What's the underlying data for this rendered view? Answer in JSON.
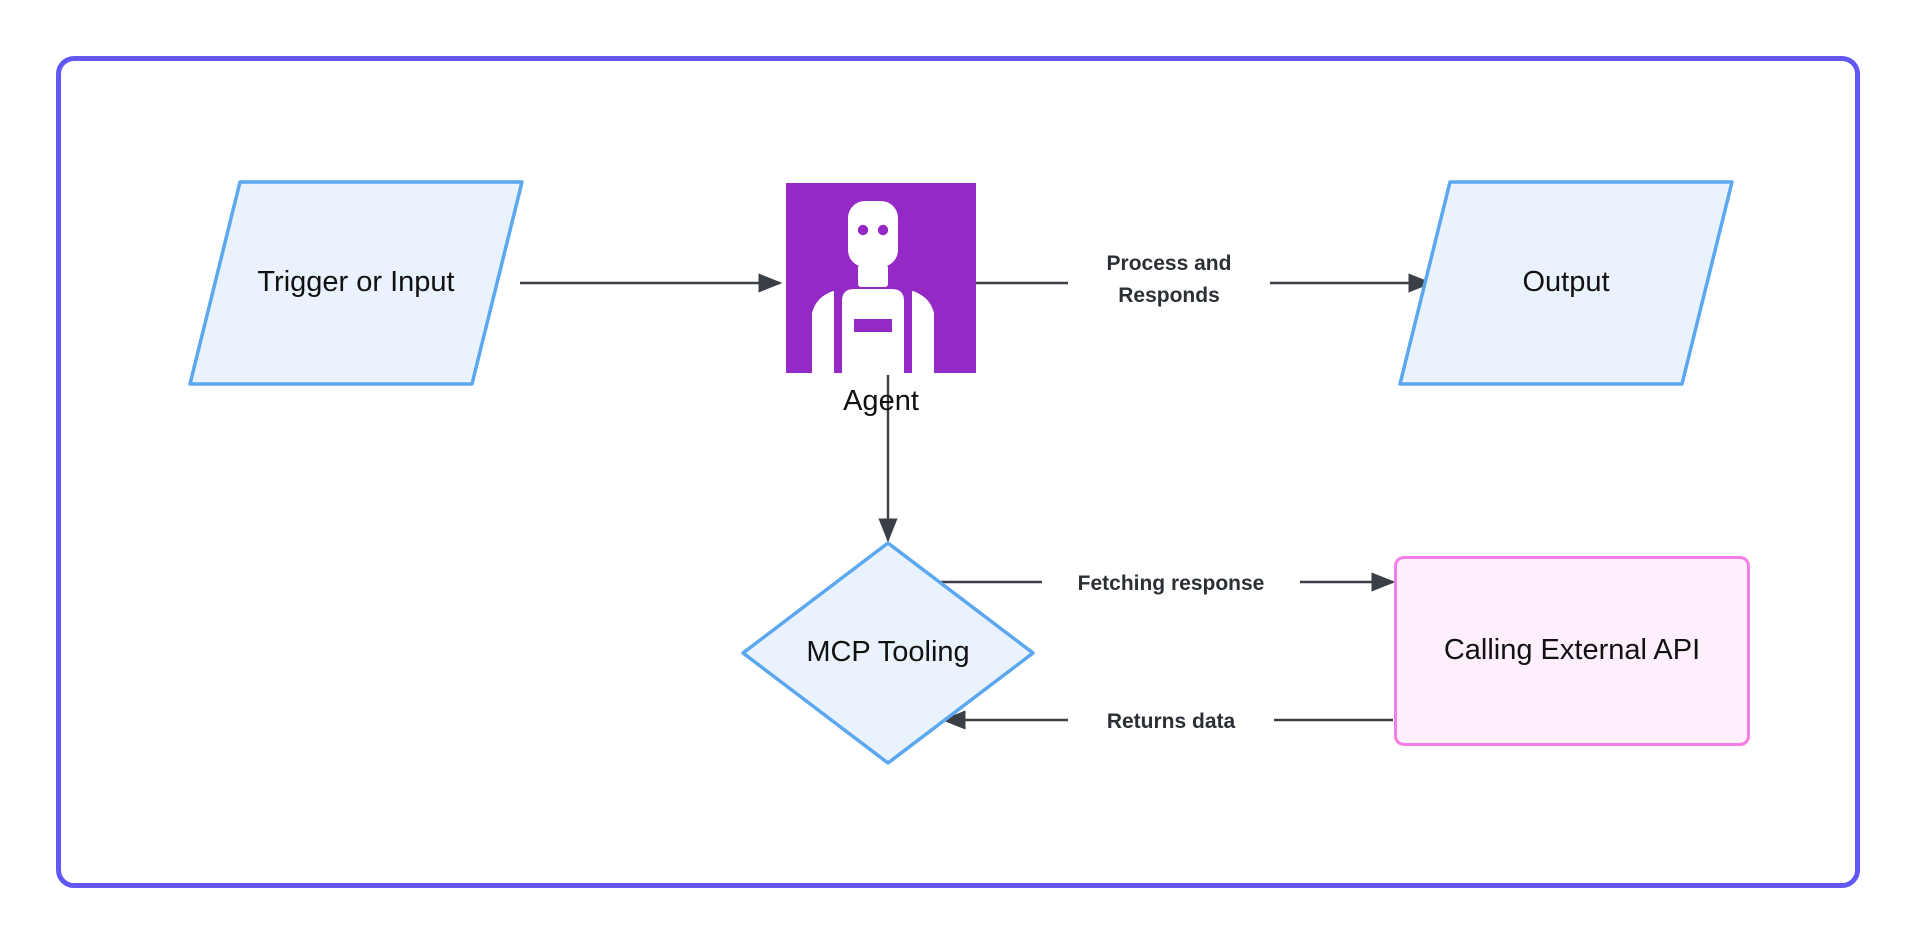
{
  "diagram": {
    "title": "Agent MCP tooling flow",
    "frame_color": "#6057f5",
    "nodes": {
      "trigger": {
        "label": "Trigger or Input",
        "shape": "parallelogram",
        "fill": "#eaf2fd",
        "stroke": "#5ba7f0"
      },
      "agent": {
        "label": "Agent",
        "shape": "image-tile",
        "fill": "#9429c5",
        "icon": "robot-agent-icon"
      },
      "output": {
        "label": "Output",
        "shape": "parallelogram",
        "fill": "#eaf2fd",
        "stroke": "#5ba7f0"
      },
      "mcp": {
        "label": "MCP Tooling",
        "shape": "diamond",
        "fill": "#eaf2fd",
        "stroke": "#5ba7f0"
      },
      "external_api": {
        "label": "Calling External API",
        "shape": "rounded-rect",
        "fill": "#fdeffb",
        "stroke": "#f87ce8"
      }
    },
    "edges": [
      {
        "id": "trigger-to-agent",
        "from": "trigger",
        "to": "agent",
        "label": ""
      },
      {
        "id": "agent-to-output",
        "from": "agent",
        "to": "output",
        "label": "Process and\nResponds",
        "label_line1": "Process and",
        "label_line2": "Responds"
      },
      {
        "id": "agent-to-mcp",
        "from": "agent",
        "to": "mcp",
        "label": ""
      },
      {
        "id": "mcp-to-api",
        "from": "mcp",
        "to": "external_api",
        "label": "Fetching response"
      },
      {
        "id": "api-to-mcp",
        "from": "external_api",
        "to": "mcp",
        "label": "Returns data"
      }
    ]
  }
}
